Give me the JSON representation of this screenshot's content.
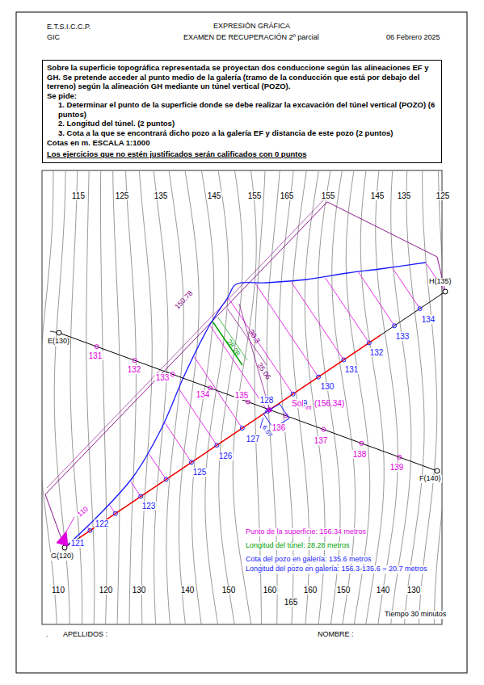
{
  "diagram": {
    "title": "EXPRESIÓN GRÁFICA",
    "nodes": [
      {
        "text": [
          "Sobre la superficie topográfica representada se proyectan dos conduccione según las alineaciones EF y GH. Se pretende acceder al punto medio de la galería (tramo de la conducción que está por debajo del terreno) según la alineación GH mediante un túnel vertical (POZO).",
          "Se pide:",
          "1. Determinar el punto de la superficie donde se debe realizar la excavación del túnel vertical (POZO) (6 puntos)",
          "2. Longitud del túnel. (2 puntos)",
          "3. Cota a la que se encontrará dicho pozo a la galería EF y distancia de este pozo (2 puntos)",
          "Cotas en m. ESCALA 1:1000",
          "Los ejercicios que no estén justificados serán calificados con 0 puntos"
        ]
      }
    ],
    "labels": [
      "E.T.S.I.C.C.P.",
      "GIC",
      "EXAMEN DE RECUPERACIÓN  2º parcial",
      "06 Febrero 2025",
      "115",
      "125",
      "135",
      "145",
      "155",
      "165",
      "155",
      "145",
      "135",
      "125",
      "110",
      "120",
      "130",
      "140",
      "150",
      "160",
      "165",
      "160",
      "150",
      "140",
      "130",
      "E(130)",
      "H(135)",
      "G(120)",
      "F(140)",
      "131",
      "132",
      "133",
      "134",
      "135",
      "136",
      "137",
      "138",
      "139",
      "121",
      "122",
      "123",
      "125",
      "126",
      "127",
      "128",
      "129",
      "130",
      "131",
      "132",
      "133",
      "134",
      "Sol",
      "int",
      "(156.34)",
      "150.78",
      "28.28",
      "30.3",
      "35.06",
      "6.57",
      "110",
      "Punto de la superficie: 156.34 metros",
      "Longitud del túnel: 28.28 metros",
      "Cota del pozo en galería: 135.6 metros",
      "Longitud del pozo en galería: 156.3-135.6 = 20.7 metros",
      "Tiempo 30 minutos",
      ".",
      "APELLIDOS :",
      "NOMBRE :"
    ]
  }
}
